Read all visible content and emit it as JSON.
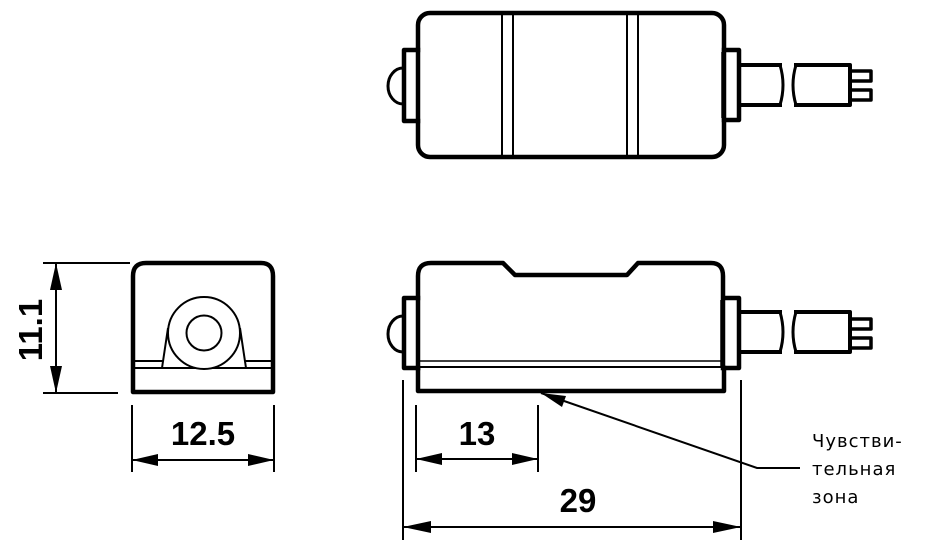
{
  "drawing": {
    "colors": {
      "line": "#000000",
      "background": "#ffffff"
    },
    "dimensions": {
      "height_front": "11.1",
      "width_front": "12.5",
      "sensing_offset": "13",
      "length_total": "29"
    },
    "annotation": {
      "line1": "Чувстви-",
      "line2": "тельная",
      "line3": "зона"
    },
    "views": [
      "top-view",
      "front-view",
      "side-view"
    ]
  }
}
